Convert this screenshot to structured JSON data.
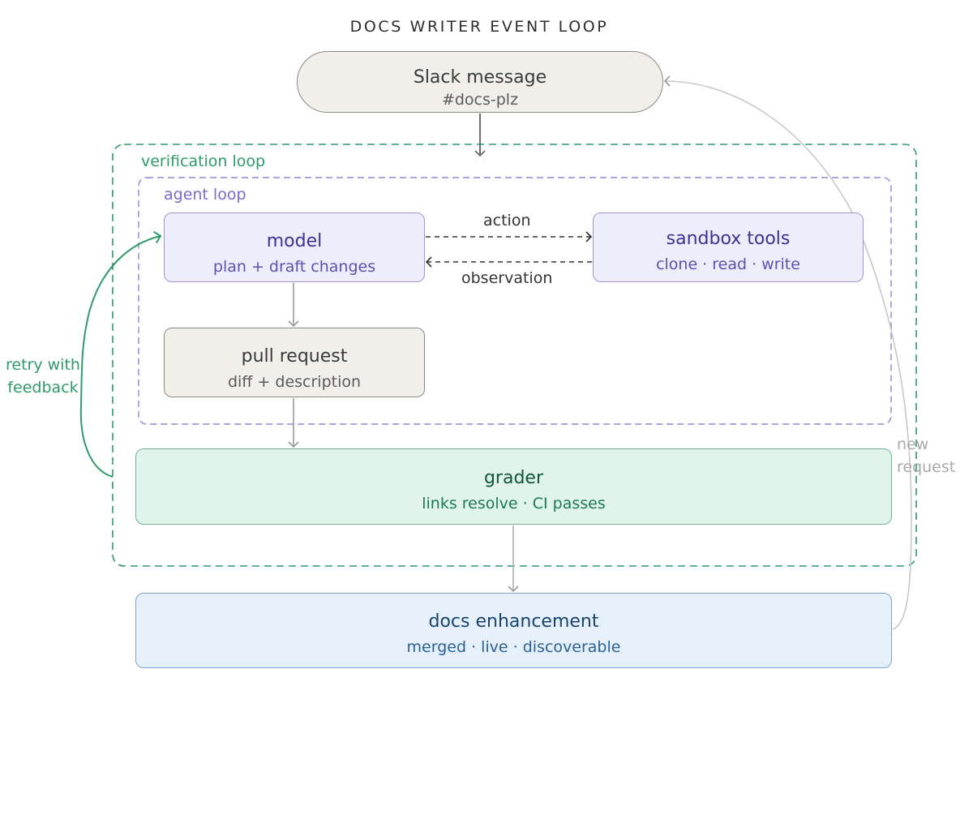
{
  "title": "DOCS WRITER EVENT LOOP",
  "nodes": {
    "slack": {
      "title": "Slack message",
      "subtitle": "#docs-plz"
    },
    "model": {
      "title": "model",
      "subtitle": "plan + draft changes"
    },
    "sandbox": {
      "title": "sandbox tools",
      "subtitle": "clone · read · write"
    },
    "pull_request": {
      "title": "pull request",
      "subtitle": "diff + description"
    },
    "grader": {
      "title": "grader",
      "subtitle": "links resolve · CI passes"
    },
    "docs": {
      "title": "docs enhancement",
      "subtitle": "merged · live · discoverable"
    }
  },
  "groups": {
    "verification_loop": "verification loop",
    "agent_loop": "agent loop"
  },
  "edges": {
    "action": "action",
    "observation": "observation",
    "retry": "retry with feedback",
    "new_request": "new request"
  },
  "colors": {
    "green": "#2f9a6a",
    "purple": "#8f86d6",
    "gray_line": "#bdbdbd",
    "dark_line": "#6b6b6b"
  }
}
